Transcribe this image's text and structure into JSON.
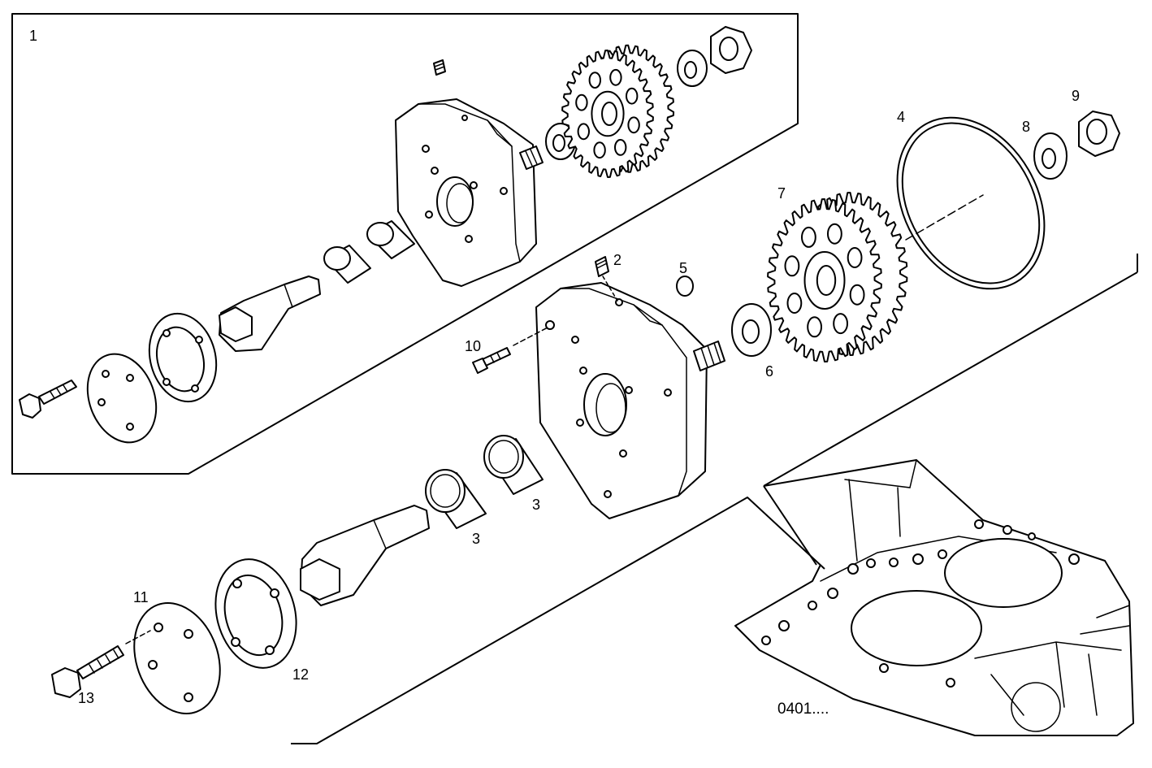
{
  "diagram": {
    "labels": [
      {
        "id": "l1",
        "text": "1"
      },
      {
        "id": "l2",
        "text": "2"
      },
      {
        "id": "l3a",
        "text": "3"
      },
      {
        "id": "l3b",
        "text": "3"
      },
      {
        "id": "l4",
        "text": "4"
      },
      {
        "id": "l5",
        "text": "5"
      },
      {
        "id": "l6",
        "text": "6"
      },
      {
        "id": "l7",
        "text": "7"
      },
      {
        "id": "l8",
        "text": "8"
      },
      {
        "id": "l9",
        "text": "9"
      },
      {
        "id": "l10",
        "text": "10"
      },
      {
        "id": "l11",
        "text": "11"
      },
      {
        "id": "l12",
        "text": "12"
      },
      {
        "id": "l13",
        "text": "13"
      }
    ],
    "reference_code": "0401...."
  }
}
